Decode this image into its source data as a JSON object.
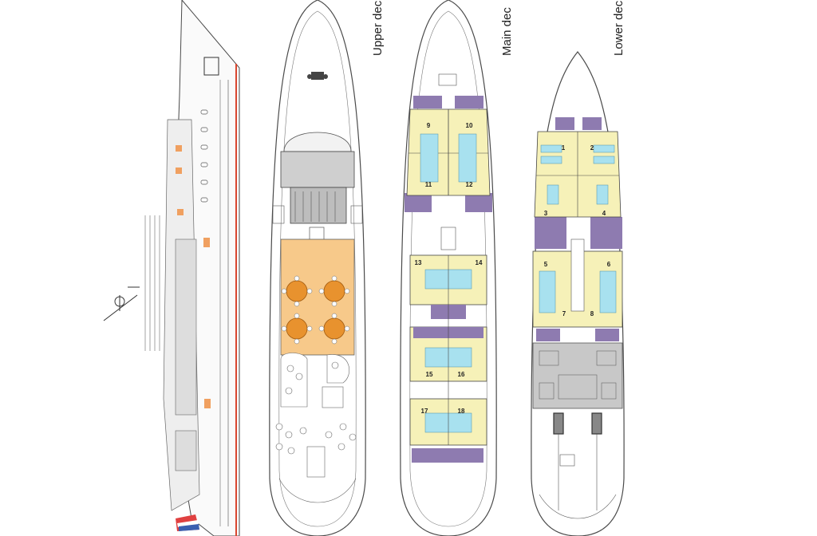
{
  "decks": {
    "upper": {
      "title": "Upper dec",
      "areas": [
        "bow-deck",
        "wheelhouse",
        "saloon-dining",
        "lounge-deck",
        "aft-deck"
      ]
    },
    "main": {
      "title": "Main dec",
      "cabins": [
        "9",
        "10",
        "11",
        "12",
        "13",
        "14",
        "15",
        "16",
        "17",
        "18"
      ]
    },
    "lower": {
      "title": "Lower dec",
      "cabins": [
        "1",
        "2",
        "3",
        "4",
        "5",
        "6",
        "7",
        "8"
      ]
    }
  },
  "colors": {
    "cabin": "#f6f1b8",
    "bathroom": "#8e7bb0",
    "bed": "#a8e1ef",
    "saloon": "#f7c98a",
    "table": "#e8922e",
    "engine_room": "#c8c8c8",
    "outline": "#4a4a4a",
    "waterline": "#d9462f",
    "window": "#f0a060"
  },
  "icons": [
    "flag-icon",
    "anchor-winch-icon"
  ]
}
